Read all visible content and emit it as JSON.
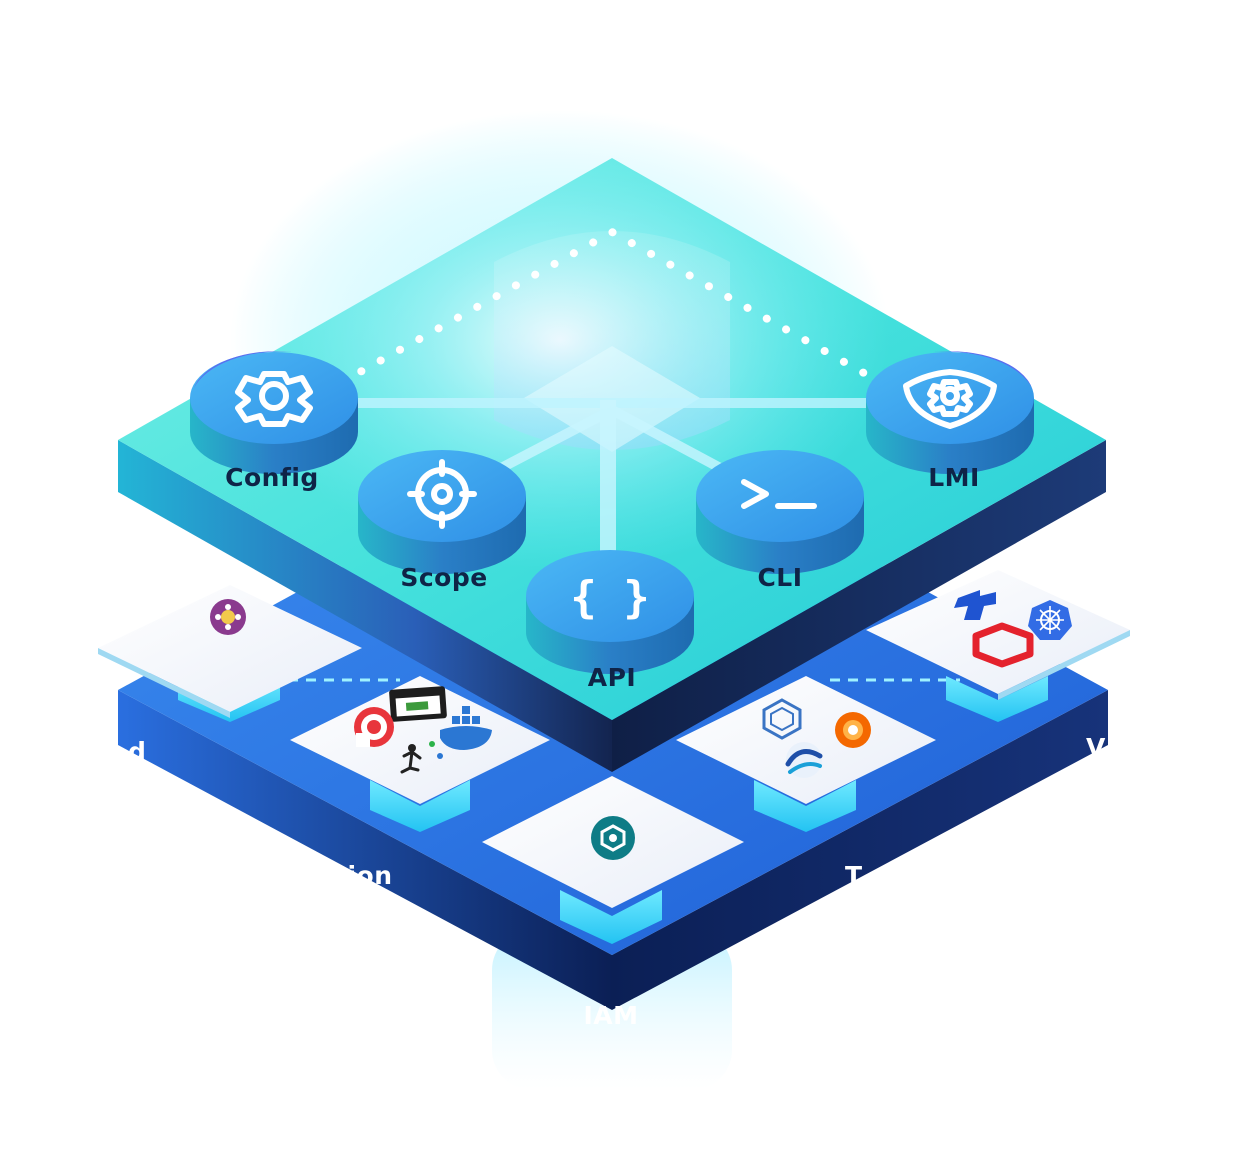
{
  "top_layer": {
    "items": [
      {
        "id": "config",
        "label": "Config",
        "icon": "gear-icon"
      },
      {
        "id": "scope",
        "label": "Scope",
        "icon": "crosshair-icon"
      },
      {
        "id": "api",
        "label": "API",
        "icon": "curly-braces-icon",
        "glyph": "{ }"
      },
      {
        "id": "cli",
        "label": "CLI",
        "icon": "terminal-prompt-icon",
        "glyph": ">_"
      },
      {
        "id": "lmi",
        "label": "LMI",
        "icon": "shield-gear-icon"
      }
    ]
  },
  "bottom_layer": {
    "labels": {
      "iam": "IAM",
      "left_cut": "d",
      "left_mid_cut": "tion",
      "right_mid_cut": "T",
      "right_cut": "V"
    },
    "tiles": [
      {
        "id": "tile-far-left",
        "logos": [
          "purple-flower-logo"
        ]
      },
      {
        "id": "tile-left",
        "logos": [
          "window-logo",
          "red-swirl-logo",
          "docker-whale-logo",
          "figure-logo"
        ]
      },
      {
        "id": "tile-center",
        "logos": [
          "hexagon-eye-logo"
        ]
      },
      {
        "id": "tile-right",
        "logos": [
          "polyhedron-logo",
          "grafana-logo",
          "wave-logo"
        ]
      },
      {
        "id": "tile-far-right",
        "logos": [
          "blue-r-logo",
          "helm-wheel-logo",
          "openshift-logo"
        ]
      }
    ]
  },
  "colors": {
    "top_plate": "#3fe0d8",
    "base_plate": "#2f7de8",
    "base_dark": "#0c2a66",
    "button": "#3aa8f2",
    "label_dark": "#0f2447",
    "label_light": "#ffffff"
  }
}
